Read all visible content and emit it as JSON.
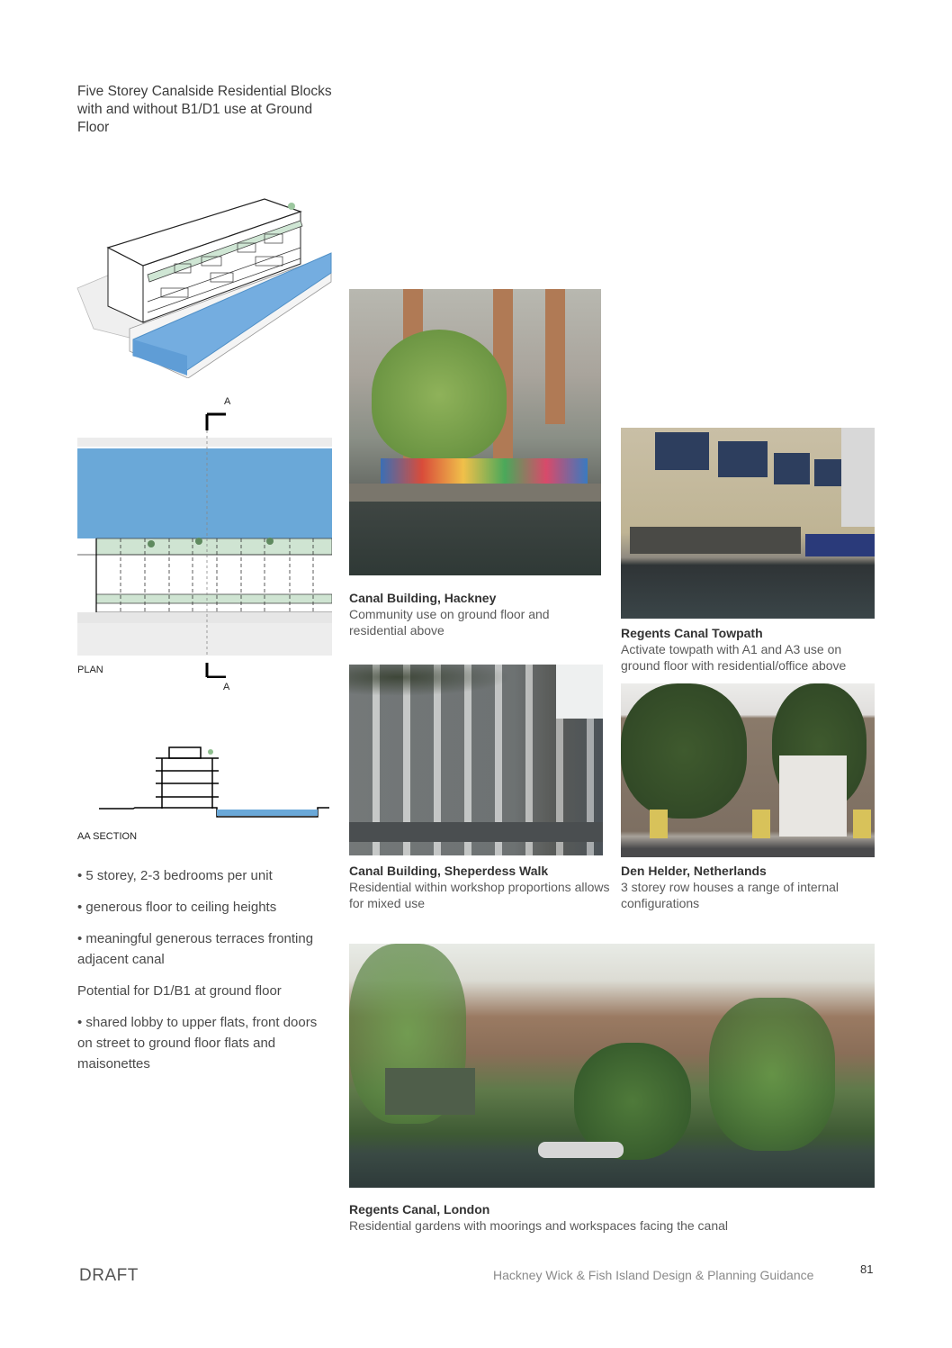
{
  "page": {
    "title": "Five Storey Canalside Residential Blocks with and without B1/D1 use at Ground Floor",
    "footer": {
      "draft": "DRAFT",
      "guide": "Hackney Wick & Fish Island Design & Planning Guidance",
      "page_number": "81"
    }
  },
  "drawings": {
    "plan_label": "PLAN",
    "section_marker_top": "A",
    "section_marker_bottom": "A",
    "section_label": "AA SECTION",
    "colors": {
      "water": "#6aa8d8",
      "terrace": "#cfe4d2",
      "paving": "#eaeaea"
    }
  },
  "bullets": [
    "• 5 storey, 2-3 bedrooms per unit",
    "• generous floor to ceiling heights",
    "•  meaningful generous terraces fronting adjacent canal",
    "Potential for D1/B1 at ground floor",
    "• shared lobby to upper flats, front doors on street to ground floor flats and maisonettes"
  ],
  "photos": [
    {
      "title": "Canal Building, Hackney",
      "text": "Community use  on ground floor and residential above"
    },
    {
      "title": "Regents Canal Towpath",
      "text": "Activate towpath with A1 and A3 use on ground floor with residential/office above"
    },
    {
      "title": "Canal Building, Sheperdess Walk",
      "text": "Residential within workshop proportions allows for mixed use"
    },
    {
      "title": "Den Helder, Netherlands",
      "text": "3 storey row houses a range of internal configurations"
    },
    {
      "title": "Regents Canal, London",
      "text": "Residential gardens with moorings and workspaces facing the canal"
    }
  ]
}
